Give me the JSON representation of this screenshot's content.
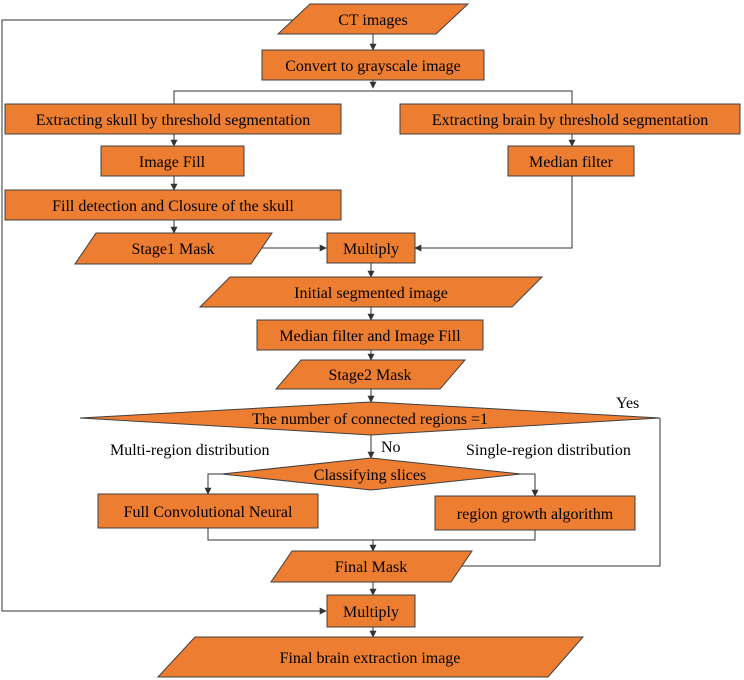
{
  "nodes": {
    "ct_images": "CT images",
    "convert_gray": "Convert to grayscale image",
    "skull_thresh": "Extracting skull by threshold segmentation",
    "brain_thresh": "Extracting brain by threshold segmentation",
    "image_fill": "Image Fill",
    "median_filter": "Median filter",
    "fill_detect": "Fill detection and Closure of the skull",
    "stage1_mask": "Stage1 Mask",
    "multiply_1": "Multiply",
    "initial_seg": "Initial segmented image",
    "median_fill": "Median filter and Image Fill",
    "stage2_mask": "Stage2 Mask",
    "connected_regions": "The number of connected regions =1",
    "classifying": "Classifying slices",
    "fcn": "Full Convolutional Neural",
    "region_growth": "region growth algorithm",
    "final_mask": "Final Mask",
    "multiply_2": "Multiply",
    "final_image": "Final brain extraction image"
  },
  "edge_labels": {
    "yes": "Yes",
    "no": "No",
    "multi_region": "Multi-region distribution",
    "single_region": "Single-region distribution"
  },
  "colors": {
    "node_fill": "#ED7D31",
    "node_border": "#404040",
    "arrow": "#333333"
  }
}
